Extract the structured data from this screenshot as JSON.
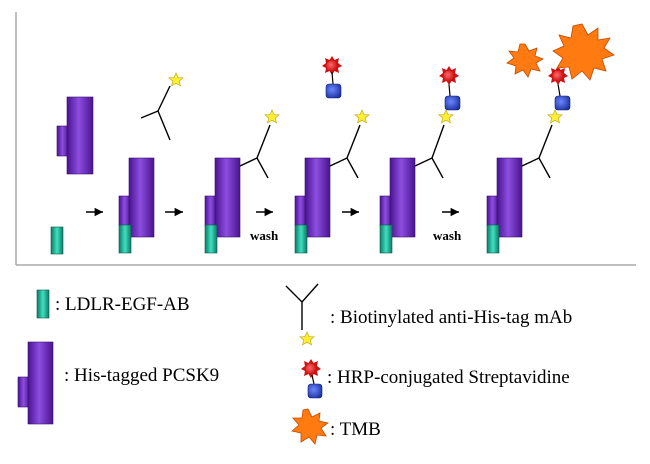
{
  "steps": {
    "wash_1": "wash",
    "wash_2": "wash"
  },
  "legend": {
    "ldlr": ": LDLR-EGF-AB",
    "pcsk9": ": His-tagged PCSK9",
    "antibody": ": Biotinylated anti-His-tag mAb",
    "streptavidin": ": HRP-conjugated Streptavidine",
    "tmb": ": TMB"
  },
  "colors": {
    "ldlr": "#1fb89a",
    "pcsk9": "#6a2ab8",
    "biotin": "#ffee33",
    "hrp": "#e01818",
    "streptavidin": "#2a48c8",
    "tmb": "#ff7a10"
  }
}
